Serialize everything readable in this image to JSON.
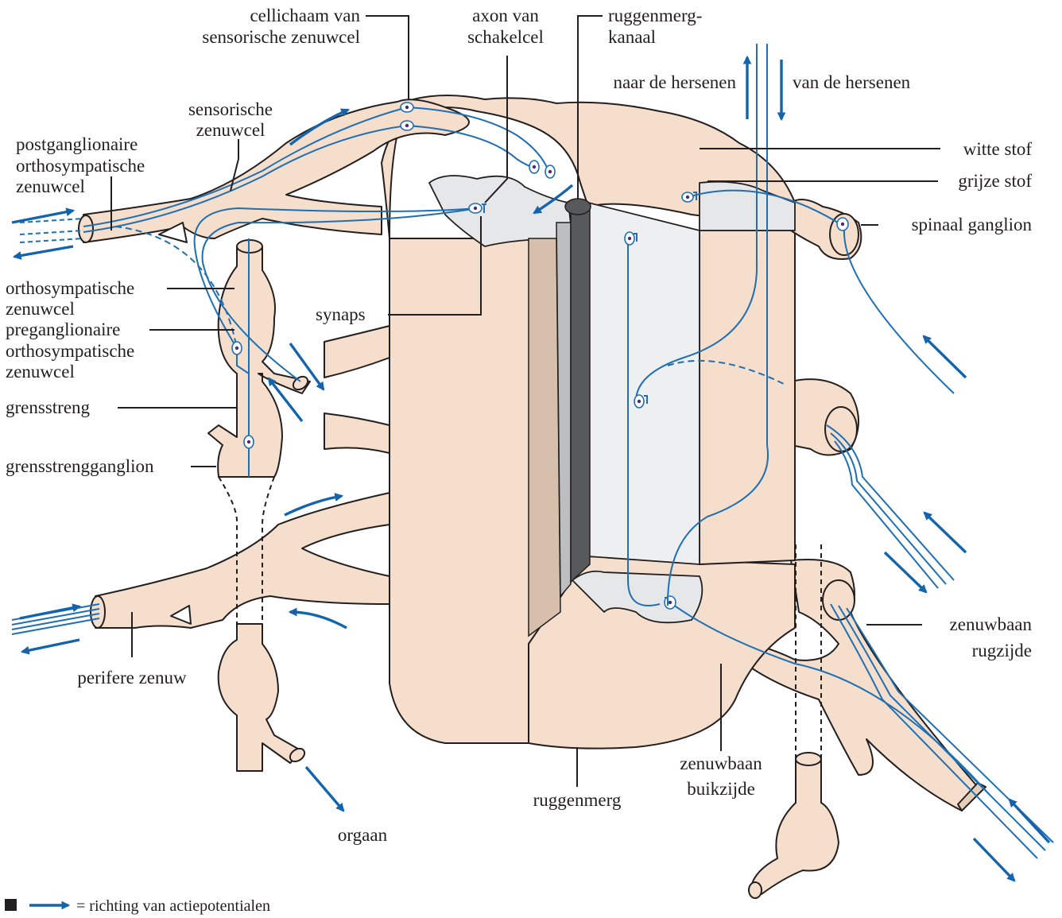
{
  "colors": {
    "tissue": "#f5decb",
    "tissue_shade": "#e6cdb7",
    "outline": "#231f20",
    "grey_matter": "#e6e7e9",
    "cut_face": "#eeeff0",
    "canal": "#58595b",
    "neuron_blue": "#1f6fb2",
    "arrow_blue": "#1464ad"
  },
  "icons": {
    "cell_body": "neuron-cell-body-icon",
    "synapse": "synapse-icon",
    "arrow": "direction-arrow-icon"
  },
  "labels": {
    "cellichaam": [
      "cellichaam van",
      "sensorische zenuwcel"
    ],
    "axon": [
      "axon van",
      "schakelcel"
    ],
    "kanaal": [
      "ruggenmerg-",
      "kanaal"
    ],
    "naar": "naar de hersenen",
    "van": "van de hersenen",
    "witte": "witte stof",
    "grijze": "grijze stof",
    "spinaal": "spinaal ganglion",
    "sensorische": [
      "sensorische",
      "zenuwcel"
    ],
    "postganglionaire": [
      "postganglionaire",
      "orthosympatische",
      "zenuwcel"
    ],
    "orthosympatische": [
      "orthosympatische",
      "zenuwcel"
    ],
    "preganglionaire": [
      "preganglionaire",
      "orthosympatische",
      "zenuwcel"
    ],
    "synaps": "synaps",
    "grensstreng": "grensstreng",
    "grensstrengganglion": "grensstrengganglion",
    "perifere": "perifere zenuw",
    "orgaan": "orgaan",
    "ruggenmerg": "ruggenmerg",
    "buikzijde": [
      "zenuwbaan",
      "buikzijde"
    ],
    "rugzijde": [
      "zenuwbaan",
      "rugzijde"
    ]
  },
  "legend": {
    "text": "= richting van actiepotentialen"
  }
}
